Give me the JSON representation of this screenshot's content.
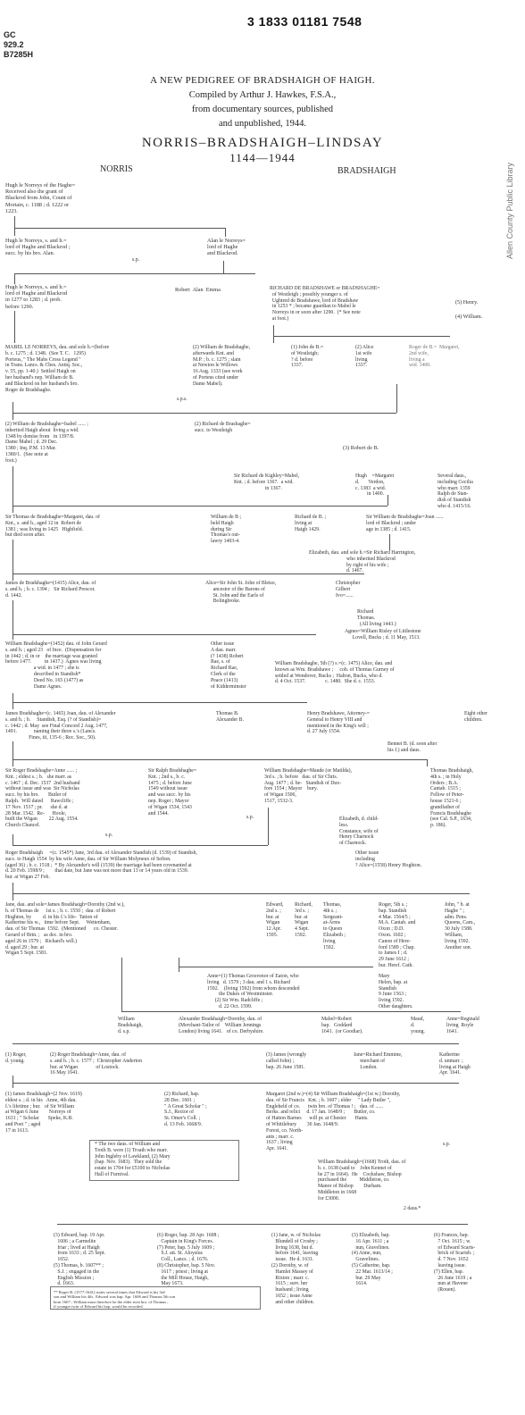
{
  "library": {
    "code": "GC\n929.2\nB7285H",
    "barcode": "3 1833 01181 7548",
    "spine": "Allen County Public Library"
  },
  "heading": {
    "line1": "A NEW PEDIGREE OF BRADSHAIGH OF HAIGH.",
    "line2": "Compiled by Arthur J. Hawkes, F.S.A.,",
    "line3": "from documentary sources, published",
    "line4": "and unpublished, 1944.",
    "main": "NORRIS–BRADSHAIGH–LINDSAY",
    "years": "1144—1944",
    "left": "NORRIS",
    "right": "BRADSHAIGH"
  },
  "blocks": {
    "b01": "Hugh le Norreys of the Haghe=\nReceived also the grant of\nBlackrod from John, Count of\nMortain, c. 1188 ; d. 1222 or\n1223.",
    "b02": "Hugh le Norreys, s. and h.=\nlord of Haghe and Blackrod ;\nsucc. by his bro. Alan.",
    "b02sp": "s.p.",
    "b03": "Alan le Norreys=\nlord of Haghe\nand Blackrod.",
    "b04": "Hugh le Norreys, s. and h.=\nlord of Haghe and Blackrod\nin 1277 to 1283 ; d. prob.\nbefore 1290.",
    "b05": "Robert  Alan  Emma",
    "b06": "RICHARD DE BRADSHAWE or BRADSHAGHE=\n  of Westleigh ; possibly younger s. of\n  Ughtred de Bradshawe, lord of Bradshaw\n  in 1253 * ; became guardian to Mabel le\n  Norreys in or soon after 1290.  (* See note\n  at foot.)",
    "b07": "(5) Henry.",
    "b08": "(4) William.",
    "b09": "MABEL LE NORREYS, dau. and sole h.=(before\nb. c. 1275 ; d. 1348.  (See T. C.   1295)\nPorteus, \" The Mabs Cross Legend \"\nin Trans. Lancs. & Ches. Antiq. Soc.,\nv. 55, pp. 1-40.)  Settled Haigh on\nher husband's nep. William de B.\nand Blackrod on her husband's bro.\nRoger de Bradshaghe.",
    "b09sp": "s.p.s.",
    "b10": "(2) William de Bradshaghe,\nafterwards Knt. and\nM.P. ; b. c. 1275 ; slain\nat Newton le Willows\n16 Aug. 1333 (see work\nof Porteus cited under\nDame Mabel).",
    "b11": "(1) John de B.=\nof Westleigh;\n? d. before\n1337.",
    "b12": "(2) Alice\n1st wife\nliving\n1337.",
    "b13": "Roger de B.=  Margaret,\n2nd wife,\nliving a\nwid. 1400.",
    "b14": "(2) William de Bradshaghe=Isabel ...... ;\ninherited Haigh about  living a wid.\n1348 by demise from   in 1397/8.\nDame Mabel ; d. 29 Dec.\n1380 ; Inq. P.M. 13 Mar.\n1380/1.  (See note at\nfoot.)",
    "b15": "(2) Richard de Brashaghe=\nsucc. to Westleigh",
    "b16": "(3) Robert de B.",
    "b17": "Sir Richard de Kighley=Mabel,\nKnt. ; d. before 1367.  a wid.\n                        in 1367.",
    "b18": "Hugh    =Margaret\nd.       Verdon,\nc. 1383  a wid.\n         in 1400.",
    "b19": "Several daus.,\nincluding Cecilia\nwho marr. 1359\nRalph de Stan-\ndish of Standish\nwho d. 1415/16.",
    "b20": "Sir Thomas de Bradshaghe=Margaret, dau. of\nKnt., s. and h., aged 12 in  Robert de\n1381 ; was living in 1425   Highfield.\nbut died soon after.",
    "b21": "William de B ;\nheld Haigh\nduring Sir\nThomas's out-\nlawry 1403-4.",
    "b22": "Richard de B. ;\nliving at\nHaigh 1429.",
    "b23": "Sir William de Bradshaghe=Joan ......\nlord of Blackrod ; under\nage in 1385 ; d. 1415.",
    "b24": "Elizabeth, dau. and sole h.=Sir Richard Harrington,\n                             who inherited Blackrod\n                             by right of his wife ;\n                             d. 1467.",
    "b25": "James de Bradshaghe=(1415) Alice, dau. of\ns. and h. ; b. c. 1394 ;   Sir Richard Prescot.\nd. 1442.",
    "b26": "Alice=Sir John St. John of Bletso,\n      ancestor of the Barons of\n      St. John and the Earls of\n      Bolingbroke.",
    "b27": "Christopher\nGilbert\nIvo=......",
    "b28": "Richard\nThomas.\n  (All living 1443.)",
    "b29": "Agnes=William Risley of Littlestone\n      Lovell, Bucks ; d. 11 May, 1513.",
    "b30": "William Bradshaghe=(1452) dau. of John Gerard\ns. and h. ; aged 23   of Ince.  (Dispensation for\nin 1442 ; d. in or    the marriage was granted\nbefore 1477.          in 1437.)  Agnes was living\n                      a wid. in 1477 ; she is\n                      described in Standish*\n                      Deed No. 165 (1477) as\n                      Dame Agnes.",
    "b31": "Other issue\nA dau. marr.\n(? 1438) Robert\nRae, s. of\nRichard Rae,\nClerk of the\nPeace (1413)\nof Kidderminster",
    "b32": "William Bradshaghe, 5th (?) s.=(c. 1475) Alice, dau. and\nknown as Wm. Bradshawe ;     coh. of Thomas Gurney of\nsettled at Wendover, Bucks ;  Halton, Bucks, who d.\nd. 4 Oct. 1537.               c. 1480.  She d. c. 1553.",
    "b33": "James Bradshaghe=(c. 1465) Joan, dau. of Alexander\ns. and h. ; b.     Standish, Esq. (? of Standish)=\nc. 1442 ; d. May  see Final Concord 2 Aug. 1477,\n1491.             naming their three s.'s (Lancs.\n                  Fines, iii, 135-6 ; Rec. Soc., 50).",
    "b34": "Thomas B.\nAlexander B.",
    "b35": "Henry Bradshawe, Attorney-=\nGeneral to Henry VIII and\nmentioned in the King's will ;\nd. 27 July 1554.",
    "b36": "Eight other\nchildren.",
    "b37": "Bennet B. (d. soon after\nhis f.) and daus.",
    "b38": "Sir Roger Bradshaghe=Anne ...... ;\nKnt. ; eldest s. ; b.   she marr. as\nc. 1467 ; d. Dec. 1537  2nd husband\nwithout issue and was  Sir Nicholas\nsucc. by his bro.       Butler of\nRalph.  Will dated      Rawcliffe ;\n17 Nov. 1537 ; pr.      she d. at\n28 Mar. 1542.  Re-      Hoole,\nbuilt the Wigan         22 Aug. 1554.\nChurch Chancel.",
    "b38sp": "s.p.",
    "b39": "Sir Ralph Bradshaghe=\nKnt. ; 2nd s., b. c.\n1475 ; d. before June\n1549 without issue\nand was succ. by his\nnep. Roger ; Mayor\nof Wigan 1534, 1543\nand 1544.",
    "b39sp": "s.p.",
    "b40": "William Bradshaghe=Maude (or Matilda),\n3rd s. ; b. before   dau. of Sir Chris.\nAug. 1477 ; d. be-   Standish of Dux-\nfore 1554 ; Mayor    bury.\nof Wigan 1506,\n1517, 1532-3.",
    "b41": "Elizabeth, d. child-\nless.\nConstance, wife of\nHenry Charnock\nof Charnock.",
    "b42": "Thomas Bradshaigh,\n4th s. ; in Holy\nOrders ; B.A.\nCantab. 1515 ;\nFellow of Peter-\nhouse 1521-6 ;\ngrandfather of\nFrancis Bradshaghe\n(see Cal. S.P., 1634,\np. 186).",
    "b43": "Roger Bradshaigh     =(c. 1545*) Jane, 3rd dau. of Alexander Standish (d. 1539) of Standish,\nsucc. to Haigh 1554  by his wife Anne, dau. of Sir William Molyneux of Sefton.\n(aged 36) ; b. c. 1518 ;  * By Alexander's will (1539) the marriage had been covenanted at\nd. 20 Feb. 1598/9 ;        that date, but Jane was not more than 13 or 14 years old in 1539.\nbur. at Wigan 27 Feb.",
    "b44": "Other issue\nincluding\n? Alice=(1558) Henry Hoghton.",
    "b45": "Jane, dau. and sole=James Bradshaigh=Dorothy (2nd w.),\nh. of Thomas de     1st s. ; b. c. 1550 ;  dau. of Robert\nHoghton, by         d. in his f.'s life-  Tatton of\nKatherine his w.,   time before Sept.     Wettenham,\ndau. of Sir Thomas  1592.  (Mentioned      co. Chester.\nGerard of Brtn. ;   as dec. in bro.\naged 26 in 1579 ;   Richard's will.)\nd. aged 29 ; bur. at\nWigan 5 Sept. 1581.",
    "b46": "Edward,\n2nd s. ;\nbur. at\nWigan\n12 Apr.\n1595.",
    "b47": "Richard,\n3rd s. ;\nbur. at\nWigan\n4 Sept.\n1592.",
    "b48": "Thomas,\n4th s. ;\nSergeant-\nat-Arms\nto Queen\nElizabeth ;\nliving\n1592.",
    "b49": "Roger, 5th s. ;\nbap. Standish\n4 Mar. 1564/5 ;\nM.A. Cantab. and\nOxon ; D.D.\nOxon. 1602 ;\nCanon of Here-\nford 1589 ; Chap.\nto James I ; d.\n29 June 1612 ;\nbur. Heref. Cath.",
    "b50": "John, \" b. at\nHaghe \" ;\nadm. Pens.\nQueens, Cam.,\n30 July 1588.\nWilliam,\nliving 1592.\nAnother son.",
    "b51": "Anne=(1) Thomas Grosvenor of Eaton, who\nliving   d. 1579 ; 3 dau. and 1 s. Richard\n1592.    (living 1592) from whom descended\n         the Dukes of Westminster.\n      (2) Sir Wm. Radcliffe ;\n         d. 22 Oct. 1599.",
    "b52": "Mary\nHelen, bap. at\nStandish\n9 June 1563 ;\nliving 1592.\nOther daughters.",
    "b53": "William\nBradshaigh,\nd. s.p.",
    "b54": "Alexander Bradshaigh=Dorothy, dau. of\n(Merchant-Tailor of    William Jennings\nLondon) living 1641.   of co. Derbyshire.",
    "b55": "Mabel=Robert\nbap.   Goddard\n1641.  (or Goodiar).",
    "b56": "Maud,\nd.\nyoung.",
    "b57": "Anne=Reginald\nliving  Royle\n1641.",
    "b58": "(1) Roger,\nd. young.",
    "b59": "(2) Roger Bradshaigh=Anne, dau. of\ns. and h. ; b. c. 1577 ;  Christopher Anderton\nbur. at Wigan              of Lostock.\n16 May 1641.",
    "b60": "(3) James (wrongly\ncalled John) ;\nbap. 26 June 1581.",
    "b61": "Jane=Richard Emmine,\n     merchant of\n     London.",
    "b62": "Katherine\nd. unmarr. ;\nliving at Haigh\nApr. 1641.",
    "b63": "(1) James Bradshaigh=(2 Nov. 1619)\neldest s. ; d. in his   Anne, 4th dau.\nf.'s lifetime ; bur.   of Sir William\nat Wigan 6 June        Norreys of\n1631 ; \" Scholar       Speke, K.B.\nand Poet \" ; aged\n17 in 1613.",
    "b64": "(2) Richard, bap.\n28 Dec. 1601 ;\n\" A Great Scholar \" ;\nS.J., Rector of\nSt. Omer's Coll. ;\nd. 13 Feb. 1668/9.",
    "b65": "Margaret (2nd w.)=(4) Sir William Bradshaigh=(1st w.) Dorothy,\ndau. of Sir Francis   Knt. ; b. 1607 ; elder     \" Lady Butler \",\nEngleheld of co.      twin bro. of Thomas ! ;   dau. of ......\nBerks. and relict     d. 17 Jan. 1648/9 ;       Butler, co.\nof Hatton Barnes      will pr. at Chester       Hants.\nof Whittlebury        30 Jan. 1648/9.\nForest, co. North-\nants ; marr. c.\n1637 ; living\nApr. 1641.",
    "b65sp": "s.p.",
    "b66": "* The two daus. of William and\nTroth B. were (1) Troath who marr.\nJohn Ingleby of Lawkland, (2) Mary\n(bap. Nov. 1683).  They sold the\nestate in 1704 for £5100 to Nicholas\nHall of Furnival.",
    "b67": "William Bradshaigh=(1668) Troth, dau. of\nb. c. 1638 (said to    John Kennet of\nbe 27 in 1664).  He    Cockshaw, Bishop\npurchased the          Middleton, co.\nManor of Bishop        Durham.\nMiddleton in 1668\nfor £3000.",
    "b68": "2 daus.*",
    "b69": "(3) Edward, bap. 19 Apr.\n   1606 ; a Carmelite\n   friar ; lived at Haigh\n   from 1633 ; d. 25 Sept.\n   1652.\n(5) Thomas, b. 1607** ;\n   S.J. ; engaged in the\n   English Mission ;\n   d. 1663.",
    "b70": "(6) Roger, bap. 28 Apr. 1608 ;\n   Captain in King's Forces.\n(7) Peter, bap. 5 July 1609 ;\n   S.J. att. St. Aloysius\n   Coll., Lancs. ; d. 1676.\n(8) Christopher, bap. 5 Nov.\n   1617 ; priest ; living at\n   the Mill House, Haigh,\n   May 1673.",
    "b71": "(1) Jane, w. of Nicholas\n   Blundell of Crosby ;\n   living 1638, but d.\n   before 1641, leaving\n   issue.  He d. 1631.\n(2) Dorothy, w. of\n   Hamlet Massey of\n   Rixton ; marr. c.\n   1615 ; surv. her\n   husband ; living\n   1652 ; issue Anne\n   and other children.",
    "b72": "(3) Elizabeth, bap.\n   16 Apr. 1611 ; a\n   nun, Gravelines.\n(4) Anne, nun,\n   Gravelines.\n(5) Catherine, bap.\n   22 Mar. 1613/14 ;\n   bur. 29 May\n   1614.",
    "b73": "(6) Frances, bap.\n   7 Oct. 1615 ; w.\n   of Edward Scaris-\n   brick of Scarisb. ;\n   d. 7 Nov. 1652\n   leaving issue.\n(7) Ellen, bap.\n   26 June 1619 ; a\n   nun at Havene\n   (Rouen).",
    "b74": "** Roger B. (1577-1641) states several times that Edward is his 3rd\nson and William his 4th.  Edward was bap. Apr. 1606 and Thomas 5th son\nborn 1607 ; William must therefore be the elder twin bro. of Thomas ;\nif younger twin of Edward his bap. would be recorded."
  }
}
